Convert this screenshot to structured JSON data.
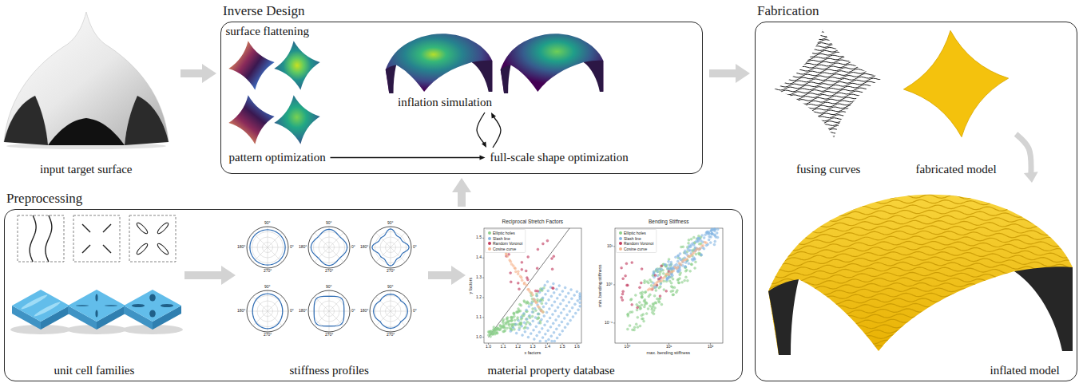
{
  "diagram": {
    "nodes": [
      {
        "text": [
          "input target surface"
        ]
      },
      {
        "text": [
          "Inverse Design"
        ]
      },
      {
        "text": [
          "surface flattening"
        ],
        "in": 1
      },
      {
        "text": [
          "pattern optimization"
        ],
        "in": 1
      },
      {
        "text": [
          "inflation simulation"
        ],
        "in": 1
      },
      {
        "text": [
          "full-scale shape optimization"
        ],
        "in": 1
      },
      {
        "text": [
          "Fabrication"
        ]
      },
      {
        "text": [
          "fusing curves"
        ],
        "in": 6
      },
      {
        "text": [
          "fabricated model"
        ],
        "in": 6
      },
      {
        "text": [
          "inflated model"
        ],
        "in": 6
      },
      {
        "text": [
          "Preprocessing"
        ]
      },
      {
        "text": [
          "unit cell families"
        ],
        "in": 10
      },
      {
        "text": [
          "stiffness profiles"
        ],
        "in": 10
      },
      {
        "text": [
          "material property database"
        ],
        "in": 10
      }
    ],
    "edges": [
      {
        "from": 0,
        "to": 1,
        "arrow": "to"
      },
      {
        "from": 1,
        "to": 6,
        "arrow": "to"
      },
      {
        "from": 10,
        "to": 1,
        "arrow": "to"
      },
      {
        "from": 3,
        "to": 5,
        "arrow": "to"
      },
      {
        "from": 4,
        "to": 5,
        "arrow": "to"
      },
      {
        "from": 5,
        "to": 4,
        "arrow": "to"
      },
      {
        "from": 8,
        "to": 9,
        "arrow": "to"
      },
      {
        "from": 11,
        "to": 12,
        "arrow": "to"
      },
      {
        "from": 12,
        "to": 13,
        "arrow": "to"
      }
    ],
    "labels": [
      "Reciprocal Stretch Factors",
      "x factors",
      "y factors",
      "1.0",
      "1.1",
      "1.2",
      "1.3",
      "1.4",
      "1.5",
      "1.6",
      "1.0",
      "1.1",
      "1.2",
      "1.3",
      "1.4",
      "1.5",
      "Bending Stiffness",
      "max. bending stiffness",
      "min. bending stiffness",
      "10⁰",
      "10¹",
      "10²",
      "10⁻¹",
      "10⁰",
      "10¹",
      "90°",
      "180°",
      "0°",
      "270°",
      "90°",
      "180°",
      "0°",
      "270°",
      "90°",
      "180°",
      "0°",
      "270°",
      "90°",
      "180°",
      "0°",
      "270°",
      "90°",
      "180°",
      "0°",
      "270°",
      "90°",
      "180°",
      "0°",
      "270°"
    ],
    "legend": [
      {
        "text": "Elliptic holes",
        "color": "#8ccf8a"
      },
      {
        "text": "Slash line",
        "color": "#86b6e3"
      },
      {
        "text": "Random Voronoi",
        "color": "#c23b5e"
      },
      {
        "text": "Cosine curve",
        "color": "#f6b48d"
      },
      {
        "text": "Elliptic holes",
        "color": "#8ccf8a"
      },
      {
        "text": "Slash line",
        "color": "#86b6e3"
      },
      {
        "text": "Random Voronoi",
        "color": "#c23b5e"
      },
      {
        "text": "Cosine curve",
        "color": "#f6b48d"
      }
    ]
  }
}
